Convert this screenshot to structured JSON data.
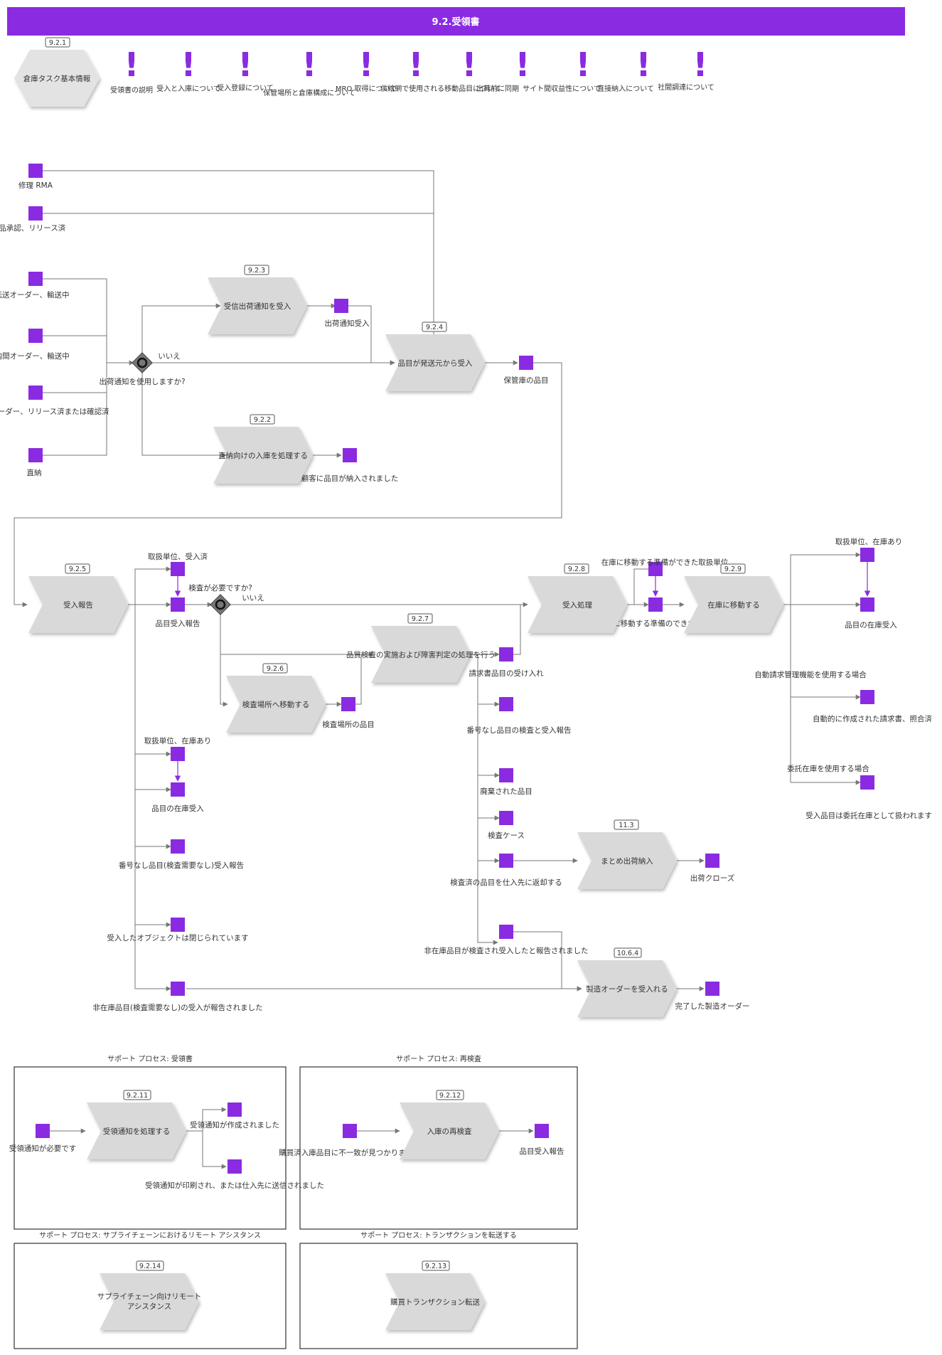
{
  "title": "9.2.受領書",
  "colors": {
    "accent": "#8a2be2",
    "shape": "#d9d9d9",
    "line": "#777777"
  },
  "info": {
    "badge": "9.2.1",
    "label": "倉庫タスク基本情報"
  },
  "notes": [
    "受領書の説明",
    "受入と入庫について",
    "受入登録について",
    "保管場所と倉庫構成について",
    "MRO 取得について",
    "供給網で使用される移動品目について",
    "出荷前に同期",
    "サイト間収益性について",
    "直接納入について",
    "社間調達について"
  ],
  "steps": {
    "s923": {
      "badge": "9.2.3",
      "label": "受信出荷通知を受入"
    },
    "s924": {
      "badge": "9.2.4",
      "label": "品目が発送元から受入"
    },
    "s922": {
      "badge": "9.2.2",
      "label": "直納向けの入庫を処理する"
    },
    "s925": {
      "badge": "9.2.5",
      "label": "受入報告"
    },
    "s928": {
      "badge": "9.2.8",
      "label": "受入処理"
    },
    "s929": {
      "badge": "9.2.9",
      "label": "在庫に移動する"
    },
    "s927": {
      "badge": "9.2.7",
      "label": "品質検査の実施および障害判定の処理を行う"
    },
    "s926": {
      "badge": "9.2.6",
      "label": "検査場所へ移動する"
    },
    "s113": {
      "badge": "11.3",
      "label": "まとめ出荷納入"
    },
    "s1064": {
      "badge": "10.6.4",
      "label": "製造オーダーを受入れる"
    },
    "s9211": {
      "badge": "9.2.11",
      "label": "受領通知を処理する"
    },
    "s9212": {
      "badge": "9.2.12",
      "label": "入庫の再検査"
    },
    "s9214": {
      "badge": "9.2.14",
      "label1": "サプライチェーン向けリモート",
      "label2": "アシスタンス"
    },
    "s9213": {
      "badge": "9.2.13",
      "label": "購買トランザクション転送"
    }
  },
  "gateways": {
    "g1": {
      "label": "出荷通知を使用しますか?",
      "no": "いいえ"
    },
    "g2": {
      "label": "検査が必要ですか?",
      "no": "いいえ"
    }
  },
  "events": {
    "repair_rma": "修理 RMA",
    "return_released": "返品承認、リリース済",
    "transfer_transit": "転送オーダー、輸送中",
    "intercompany_transit": "社内間オーダー、輸送中",
    "order_released": "オーダー、リリース済または確認済",
    "direct": "直納",
    "asn_received": "出荷通知受入",
    "stock_items": "保管庫の品目",
    "delivered_customer": "顧客に品目が納入されました",
    "unit_received": "取扱単位、受入済",
    "item_received_report": "品目受入報告",
    "ready_unit": "在庫に移動する準備ができた取扱単位",
    "ready_item": "在庫に移動する準備のできた品目",
    "unit_in_stock": "取扱単位、在庫あり",
    "item_stock_receipt": "品目の在庫受入",
    "auto_invoice_cond": "自動請求管理機能を使用する場合",
    "auto_invoice": "自動的に作成された請求書、照合済",
    "consign_cond": "委託在庫を使用する場合",
    "consign": "受入品目は委託在庫として扱われます",
    "invoice_accept": "請求書品目の受け入れ",
    "unnumbered_inspect": "番号なし品目の検査と受入報告",
    "inspection_items": "検査場所の品目",
    "observed": "廃棄された品目",
    "inspection_case": "検査ケース",
    "return_supplier": "検査済の品目を仕入先に返却する",
    "shipment_closed": "出荷クローズ",
    "nonstock_inspected": "非在庫品目が検査され受入したと報告されました",
    "completed_mo": "完了した製造オーダー",
    "unit_in_stock2": "取扱単位、在庫あり",
    "item_stock_receipt2": "品目の在庫受入",
    "unnumbered_noinspect": "番号なし品目(検査需要なし)受入報告",
    "object_closed": "受入したオブジェクトは閉じられています",
    "nonstock_noinspect": "非在庫品目(検査需要なし)の受入が報告されました",
    "receipt_needed": "受領通知が必要です",
    "receipt_created": "受領通知が作成されました",
    "receipt_printed": "受領通知が印刷され、または仕入先に送信されました",
    "mismatch": "購買済入庫品目に不一致が見つかりました",
    "item_received_report2": "品目受入報告"
  },
  "groups": {
    "g_receipt": "サポート プロセス: 受領書",
    "g_recheck": "サポート プロセス: 再検査",
    "g_remote": "サポート プロセス: サプライチェーンにおけるリモート アシスタンス",
    "g_transfer": "サポート プロセス: トランザクションを転送する"
  }
}
